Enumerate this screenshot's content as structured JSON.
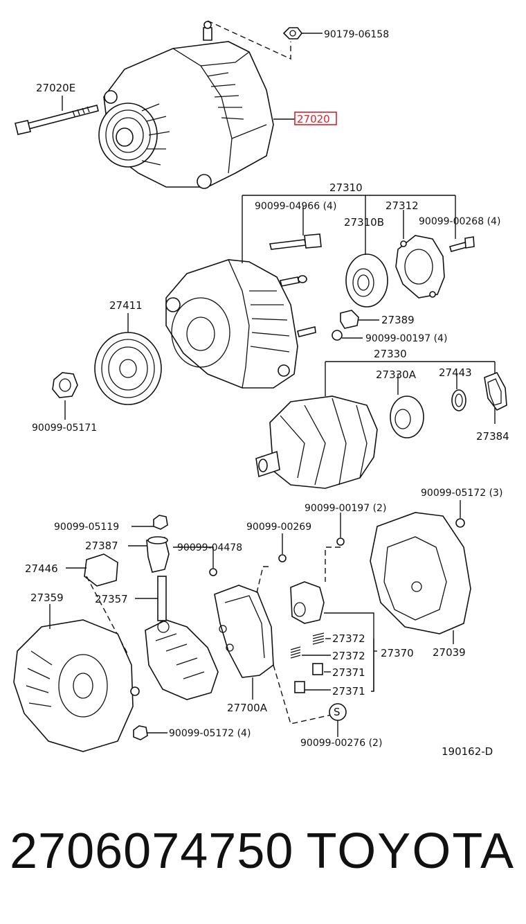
{
  "labels": {
    "l_90179_06158": "90179-06158",
    "l_27020E": "27020E",
    "l_27020": "27020",
    "l_27310": "27310",
    "l_90099_04966": "90099-04966 (4)",
    "l_27312": "27312",
    "l_27310B": "27310B",
    "l_90099_00268": "90099-00268 (4)",
    "l_27411": "27411",
    "l_27389": "27389",
    "l_90099_00197_4": "90099-00197 (4)",
    "l_27330": "27330",
    "l_27330A": "27330A",
    "l_27443": "27443",
    "l_90099_05171": "90099-05171",
    "l_27384": "27384",
    "l_90099_05172_3": "90099-05172 (3)",
    "l_90099_00197_2": "90099-00197 (2)",
    "l_90099_05119": "90099-05119",
    "l_90099_00269": "90099-00269",
    "l_27387": "27387",
    "l_90099_04478": "90099-04478",
    "l_27446": "27446",
    "l_27357": "27357",
    "l_27359": "27359",
    "l_27372a": "27372",
    "l_27372b": "27372",
    "l_27370": "27370",
    "l_27371a": "27371",
    "l_27371b": "27371",
    "l_27039": "27039",
    "l_27700A": "27700A",
    "l_90099_05172_4": "90099-05172 (4)",
    "l_90099_00276": "90099-00276 (2)",
    "l_S": "S",
    "l_diagram_id": "190162-D"
  },
  "highlighted_part": "27020",
  "highlight_color": "#e0202a",
  "footer": {
    "part_number": "2706074750",
    "brand": "TOYOTA"
  }
}
